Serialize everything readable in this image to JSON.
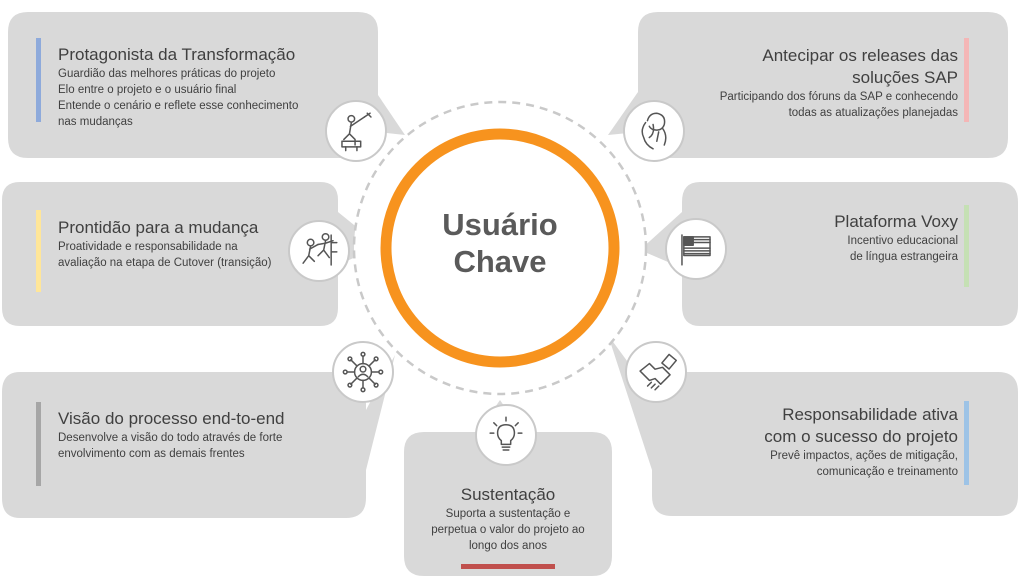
{
  "center": {
    "line1": "Usuário",
    "line2": "Chave"
  },
  "cards": {
    "protagonista": {
      "title": "Protagonista da Transformação",
      "desc": [
        "Guardião das melhores práticas do projeto",
        "Elo entre o projeto e o usuário final",
        "Entende o cenário e reflete esse conhecimento",
        "nas mudanças"
      ]
    },
    "prontidao": {
      "title": "Prontidão para a mudança",
      "desc": [
        "Proatividade e responsabilidade na",
        "avaliação na etapa de Cutover (transição)"
      ]
    },
    "visao": {
      "title": "Visão do processo end-to-end",
      "desc": [
        "Desenvolve a visão do todo através de forte",
        "envolvimento com as demais frentes"
      ]
    },
    "sustentacao": {
      "title": "Sustentação",
      "desc": [
        "Suporta a sustentação e",
        "perpetua o valor do projeto ao",
        "longo dos anos"
      ]
    },
    "responsabilidade": {
      "title": [
        "Responsabilidade ativa",
        "com o sucesso do projeto"
      ],
      "desc": [
        "Prevê impactos, ações de mitigação,",
        "comunicação e treinamento"
      ]
    },
    "voxy": {
      "title": "Plataforma Voxy",
      "desc": [
        "Incentivo educacional",
        "de língua estrangeira"
      ]
    },
    "antecipar": {
      "title": [
        "Antecipar os releases das",
        "soluções SAP"
      ],
      "desc": [
        "Participando dos fóruns da SAP e conhecendo",
        "todas as atualizações planejadas"
      ]
    }
  },
  "colors": {
    "hub_ring": "#f7931e",
    "card_bg": "#d9d9d9",
    "bar_blue": "#8eaadb",
    "bar_yellow": "#ffe699",
    "bar_gray": "#a6a6a6",
    "bar_red": "#c0504d",
    "bar_lightblue": "#9dc3e6",
    "bar_green": "#c5e0b4",
    "bar_pink": "#f4b6b6"
  },
  "icons": {
    "protagonista": "worker-reaching-icon",
    "prontidao": "people-climbing-icon",
    "visao": "network-people-icon",
    "sustentacao": "lightbulb-icon",
    "responsabilidade": "handshake-icon",
    "voxy": "flag-icon",
    "antecipar": "person-thinking-icon"
  }
}
